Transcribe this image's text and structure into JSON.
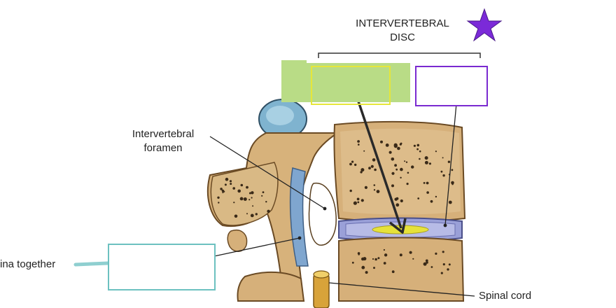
{
  "heading": {
    "line1": "INTERVERTEBRAL",
    "line2": "DISC"
  },
  "labels": {
    "intervertebral_foramen_line1": "Intervertebral",
    "intervertebral_foramen_line2": "foramen",
    "spinal_cord": "Spinal cord",
    "left_fragment": "ina together"
  },
  "answer_boxes": {
    "green_box_answer": "",
    "purple_box_answer": "",
    "teal_box_answer": ""
  },
  "icons": {
    "star": "star-icon"
  },
  "colors": {
    "star": "#7b2ad8",
    "green_band": "#b9dc86",
    "yellow_box": "#e6e63a",
    "purple_box": "#7a2ad0",
    "teal_box": "#6cc1c0",
    "bone": "#d6b07a",
    "bone_dark": "#8a6232",
    "disc_outer": "#9aa0d8",
    "disc_nucleus": "#e6e23a",
    "ligament": "#7fa6cf",
    "arrow": "#2a2a2a"
  }
}
